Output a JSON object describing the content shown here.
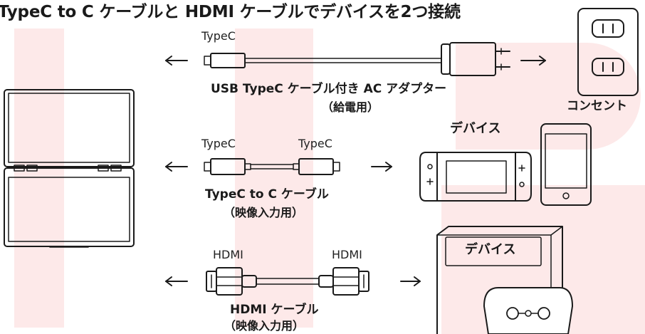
{
  "title": "TypeC to C ケーブルと HDMI ケーブルでデバイスを2つ接続",
  "row1": {
    "connector_label": "TypeC",
    "cable_caption": "USB TypeC ケーブル付き AC アダプター",
    "cable_sub": "（給電用）",
    "outlet_caption": "コンセント"
  },
  "row2": {
    "left_label": "TypeC",
    "right_label": "TypeC",
    "cable_caption": "TypeC to C ケーブル",
    "cable_sub": "（映像入力用）",
    "device_caption": "デバイス"
  },
  "row3": {
    "left_label": "HDMI",
    "right_label": "HDMI",
    "cable_caption": "HDMI ケーブル",
    "cable_sub": "（映像入力用）",
    "device_caption": "デバイス"
  },
  "colors": {
    "line": "#1a1a1a",
    "watermark": "#fde9e9"
  }
}
